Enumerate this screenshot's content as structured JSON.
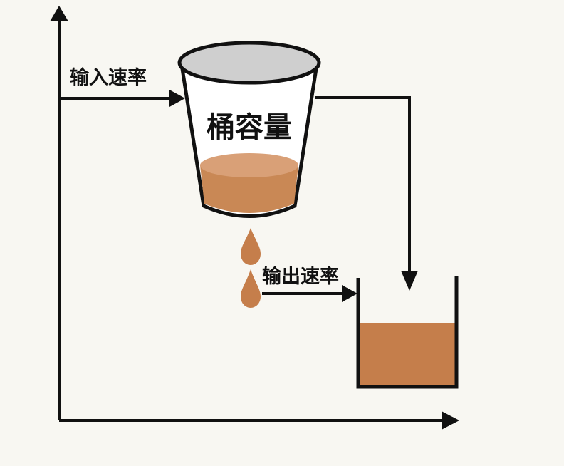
{
  "labels": {
    "input_rate": "输入速率",
    "bucket_capacity": "桶容量",
    "output_rate": "输出速率"
  },
  "colors": {
    "background": "#f8f7f2",
    "ink": "#111111",
    "bucket_rim": "#cfcfcf",
    "water": "#c98855",
    "water_top": "#d9a077",
    "drop": "#c57e4b"
  }
}
